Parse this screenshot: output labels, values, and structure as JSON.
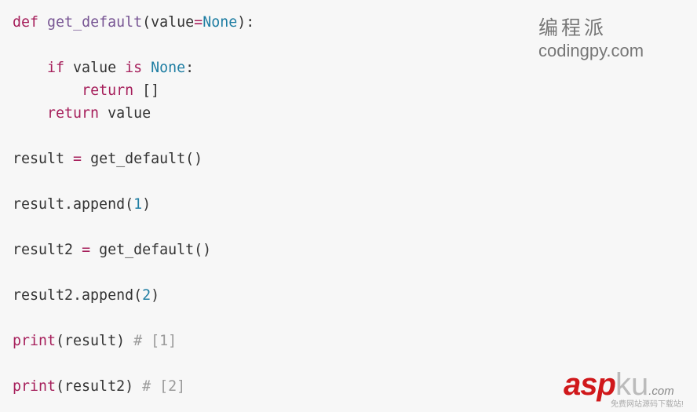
{
  "code": {
    "lines": [
      [
        {
          "t": "def",
          "c": "kw"
        },
        {
          "t": " "
        },
        {
          "t": "get_default",
          "c": "fn"
        },
        {
          "t": "(value"
        },
        {
          "t": "=",
          "c": "kw"
        },
        {
          "t": "None",
          "c": "cn"
        },
        {
          "t": "):"
        }
      ],
      [],
      [
        {
          "t": "    "
        },
        {
          "t": "if",
          "c": "kw"
        },
        {
          "t": " value "
        },
        {
          "t": "is",
          "c": "kw"
        },
        {
          "t": " "
        },
        {
          "t": "None",
          "c": "cn"
        },
        {
          "t": ":"
        }
      ],
      [
        {
          "t": "        "
        },
        {
          "t": "return",
          "c": "kw"
        },
        {
          "t": " []"
        }
      ],
      [
        {
          "t": "    "
        },
        {
          "t": "return",
          "c": "kw"
        },
        {
          "t": " value"
        }
      ],
      [],
      [
        {
          "t": "result "
        },
        {
          "t": "=",
          "c": "kw"
        },
        {
          "t": " get_default()"
        }
      ],
      [],
      [
        {
          "t": "result.append("
        },
        {
          "t": "1",
          "c": "cn"
        },
        {
          "t": ")"
        }
      ],
      [],
      [
        {
          "t": "result2 "
        },
        {
          "t": "=",
          "c": "kw"
        },
        {
          "t": " get_default()"
        }
      ],
      [],
      [
        {
          "t": "result2.append("
        },
        {
          "t": "2",
          "c": "cn"
        },
        {
          "t": ")"
        }
      ],
      [],
      [
        {
          "t": "print",
          "c": "kw"
        },
        {
          "t": "(result) "
        },
        {
          "t": "# [1]",
          "c": "cm"
        }
      ],
      [],
      [
        {
          "t": "print",
          "c": "kw"
        },
        {
          "t": "(result2) "
        },
        {
          "t": "# [2]",
          "c": "cm"
        }
      ]
    ]
  },
  "watermark": {
    "cn_title": "编程派",
    "site": "codingpy.com"
  },
  "aspku": {
    "asp": "asp",
    "ku": "ku",
    "com": ".com",
    "tagline": "免费网站源码下载站!"
  }
}
